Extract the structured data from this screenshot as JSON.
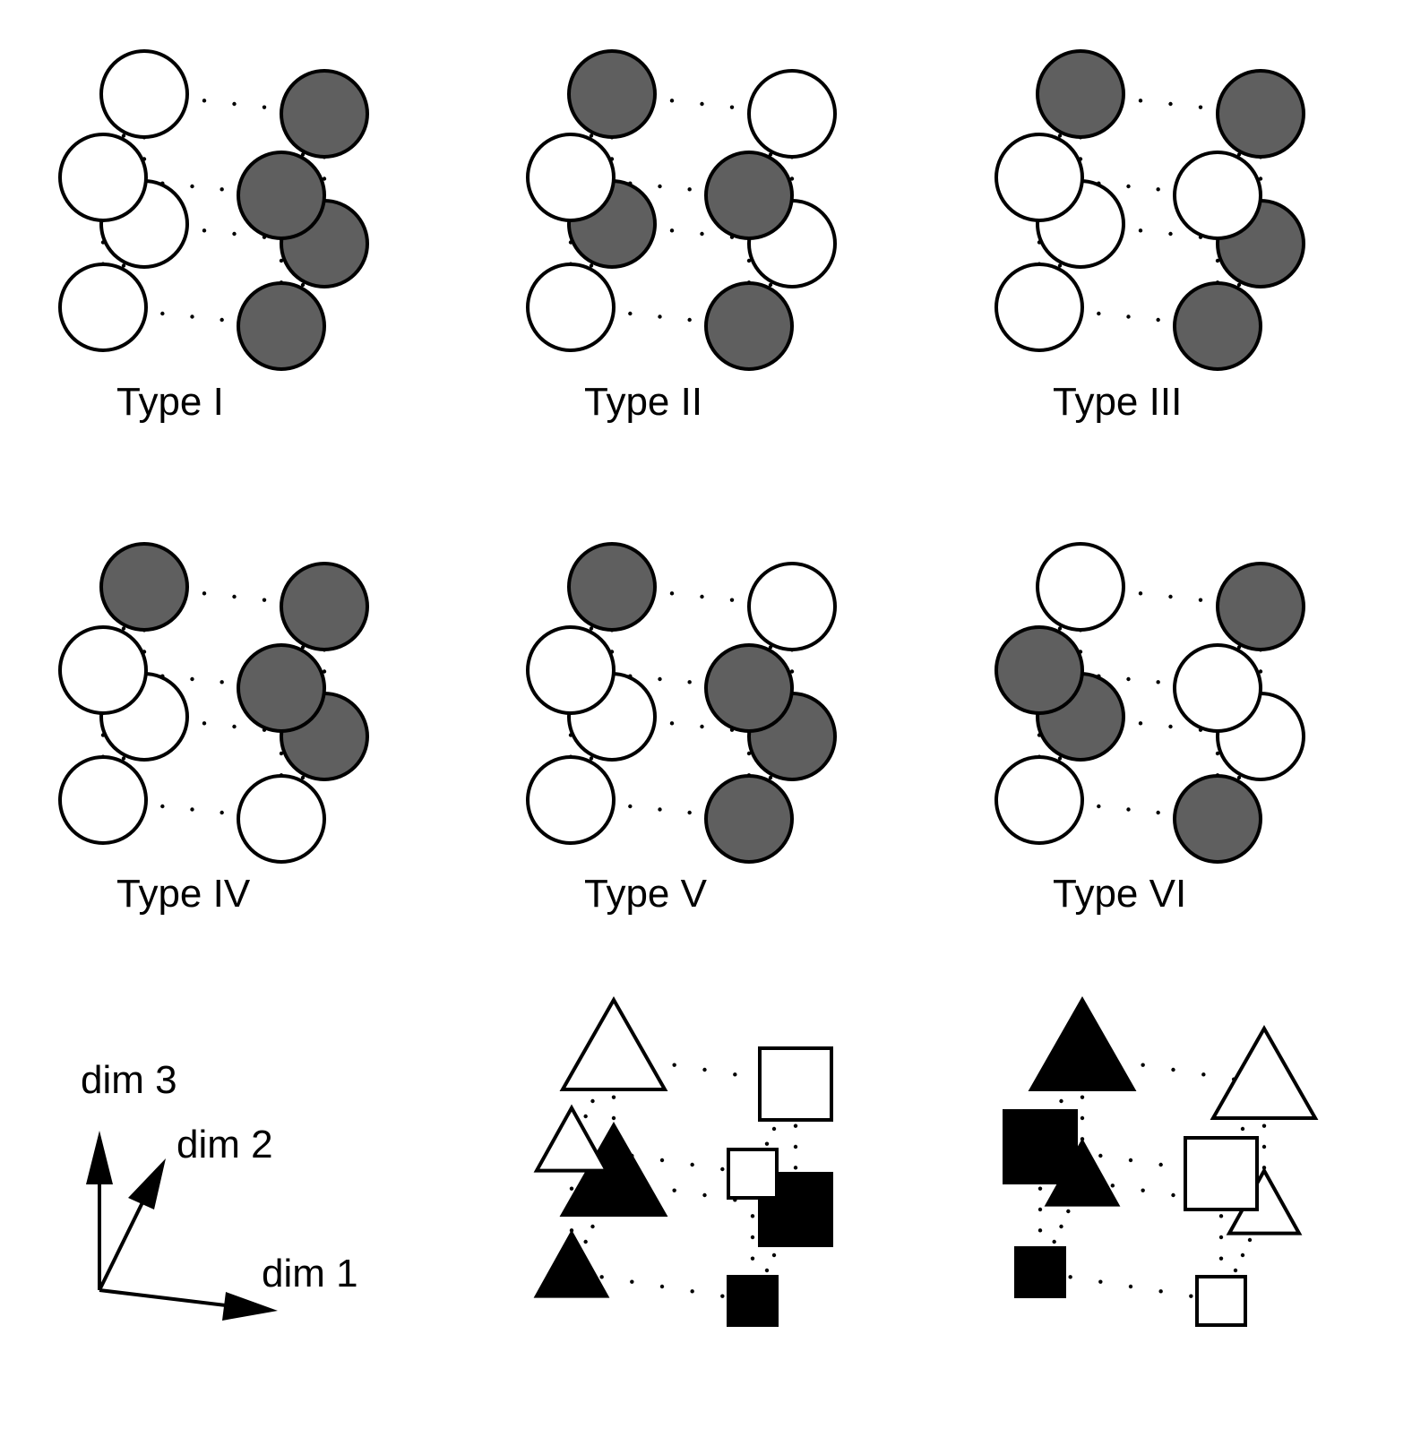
{
  "panels": [
    {
      "label": "Type I",
      "fills": [
        "white",
        "gray",
        "white",
        "gray",
        "white",
        "gray",
        "white",
        "gray"
      ]
    },
    {
      "label": "Type II",
      "fills": [
        "gray",
        "white",
        "white",
        "gray",
        "gray",
        "white",
        "white",
        "gray"
      ]
    },
    {
      "label": "Type III",
      "fills": [
        "gray",
        "gray",
        "white",
        "white",
        "white",
        "gray",
        "white",
        "gray"
      ]
    },
    {
      "label": "Type IV",
      "fills": [
        "gray",
        "gray",
        "white",
        "gray",
        "white",
        "gray",
        "white",
        "white"
      ]
    },
    {
      "label": "Type V",
      "fills": [
        "gray",
        "white",
        "white",
        "gray",
        "white",
        "gray",
        "white",
        "gray"
      ]
    },
    {
      "label": "Type VI",
      "fills": [
        "white",
        "gray",
        "gray",
        "white",
        "gray",
        "white",
        "white",
        "gray"
      ]
    }
  ],
  "axes": {
    "dim1": "dim 1",
    "dim2": "dim 2",
    "dim3": "dim 3"
  },
  "shape_panels": [
    {
      "items": [
        {
          "shape": "triangle",
          "size": "large",
          "fill": "white"
        },
        {
          "shape": "square",
          "size": "large",
          "fill": "white"
        },
        {
          "shape": "triangle",
          "size": "small",
          "fill": "white"
        },
        {
          "shape": "square",
          "size": "small",
          "fill": "white"
        },
        {
          "shape": "triangle",
          "size": "large",
          "fill": "black"
        },
        {
          "shape": "square",
          "size": "large",
          "fill": "black"
        },
        {
          "shape": "triangle",
          "size": "small",
          "fill": "black"
        },
        {
          "shape": "square",
          "size": "small",
          "fill": "black"
        }
      ]
    },
    {
      "items": [
        {
          "shape": "triangle",
          "size": "large",
          "fill": "black"
        },
        {
          "shape": "triangle",
          "size": "large",
          "fill": "white"
        },
        {
          "shape": "square",
          "size": "large",
          "fill": "black"
        },
        {
          "shape": "square",
          "size": "large",
          "fill": "white"
        },
        {
          "shape": "triangle",
          "size": "small",
          "fill": "black"
        },
        {
          "shape": "triangle",
          "size": "small",
          "fill": "white"
        },
        {
          "shape": "square",
          "size": "small",
          "fill": "black"
        },
        {
          "shape": "square",
          "size": "small",
          "fill": "white"
        }
      ]
    }
  ],
  "colors": {
    "gray": "#5f5f5f",
    "white": "#ffffff",
    "black": "#000000",
    "stroke": "#000000"
  }
}
